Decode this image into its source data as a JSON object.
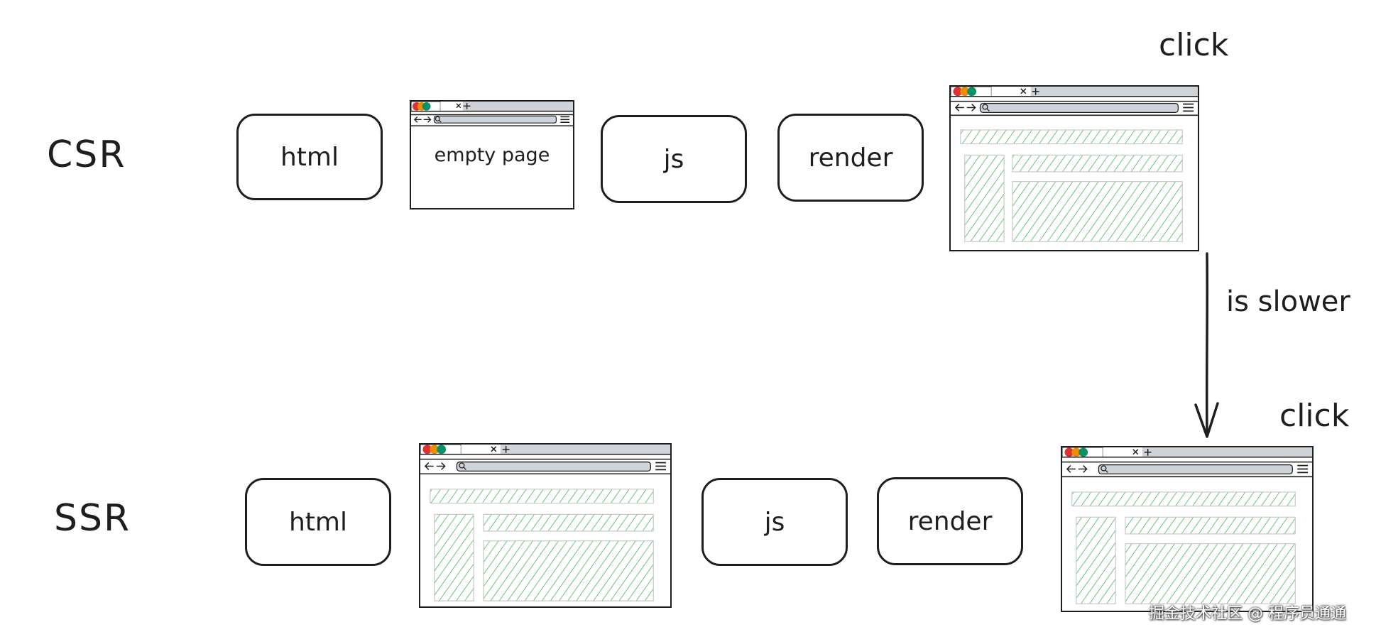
{
  "rows": {
    "csr": {
      "label": "CSR",
      "steps": {
        "html": "html",
        "empty_page": "empty page",
        "js": "js",
        "render": "render"
      },
      "click_label": "click"
    },
    "ssr": {
      "label": "SSR",
      "steps": {
        "html": "html",
        "js": "js",
        "render": "render"
      },
      "click_label": "click"
    }
  },
  "arrow_label": "is slower",
  "watermark": "掘金技术社区 @ 程序员通通",
  "colors": {
    "stroke": "#1e1e1e",
    "hatch": "#3fb950",
    "tab_red": "#e03131",
    "tab_orange": "#f08c00",
    "tab_green": "#099268",
    "chrome_gray": "#ced4da"
  },
  "icons": [
    "back-arrow-icon",
    "forward-arrow-icon",
    "search-icon",
    "menu-icon",
    "close-icon",
    "plus-icon"
  ]
}
